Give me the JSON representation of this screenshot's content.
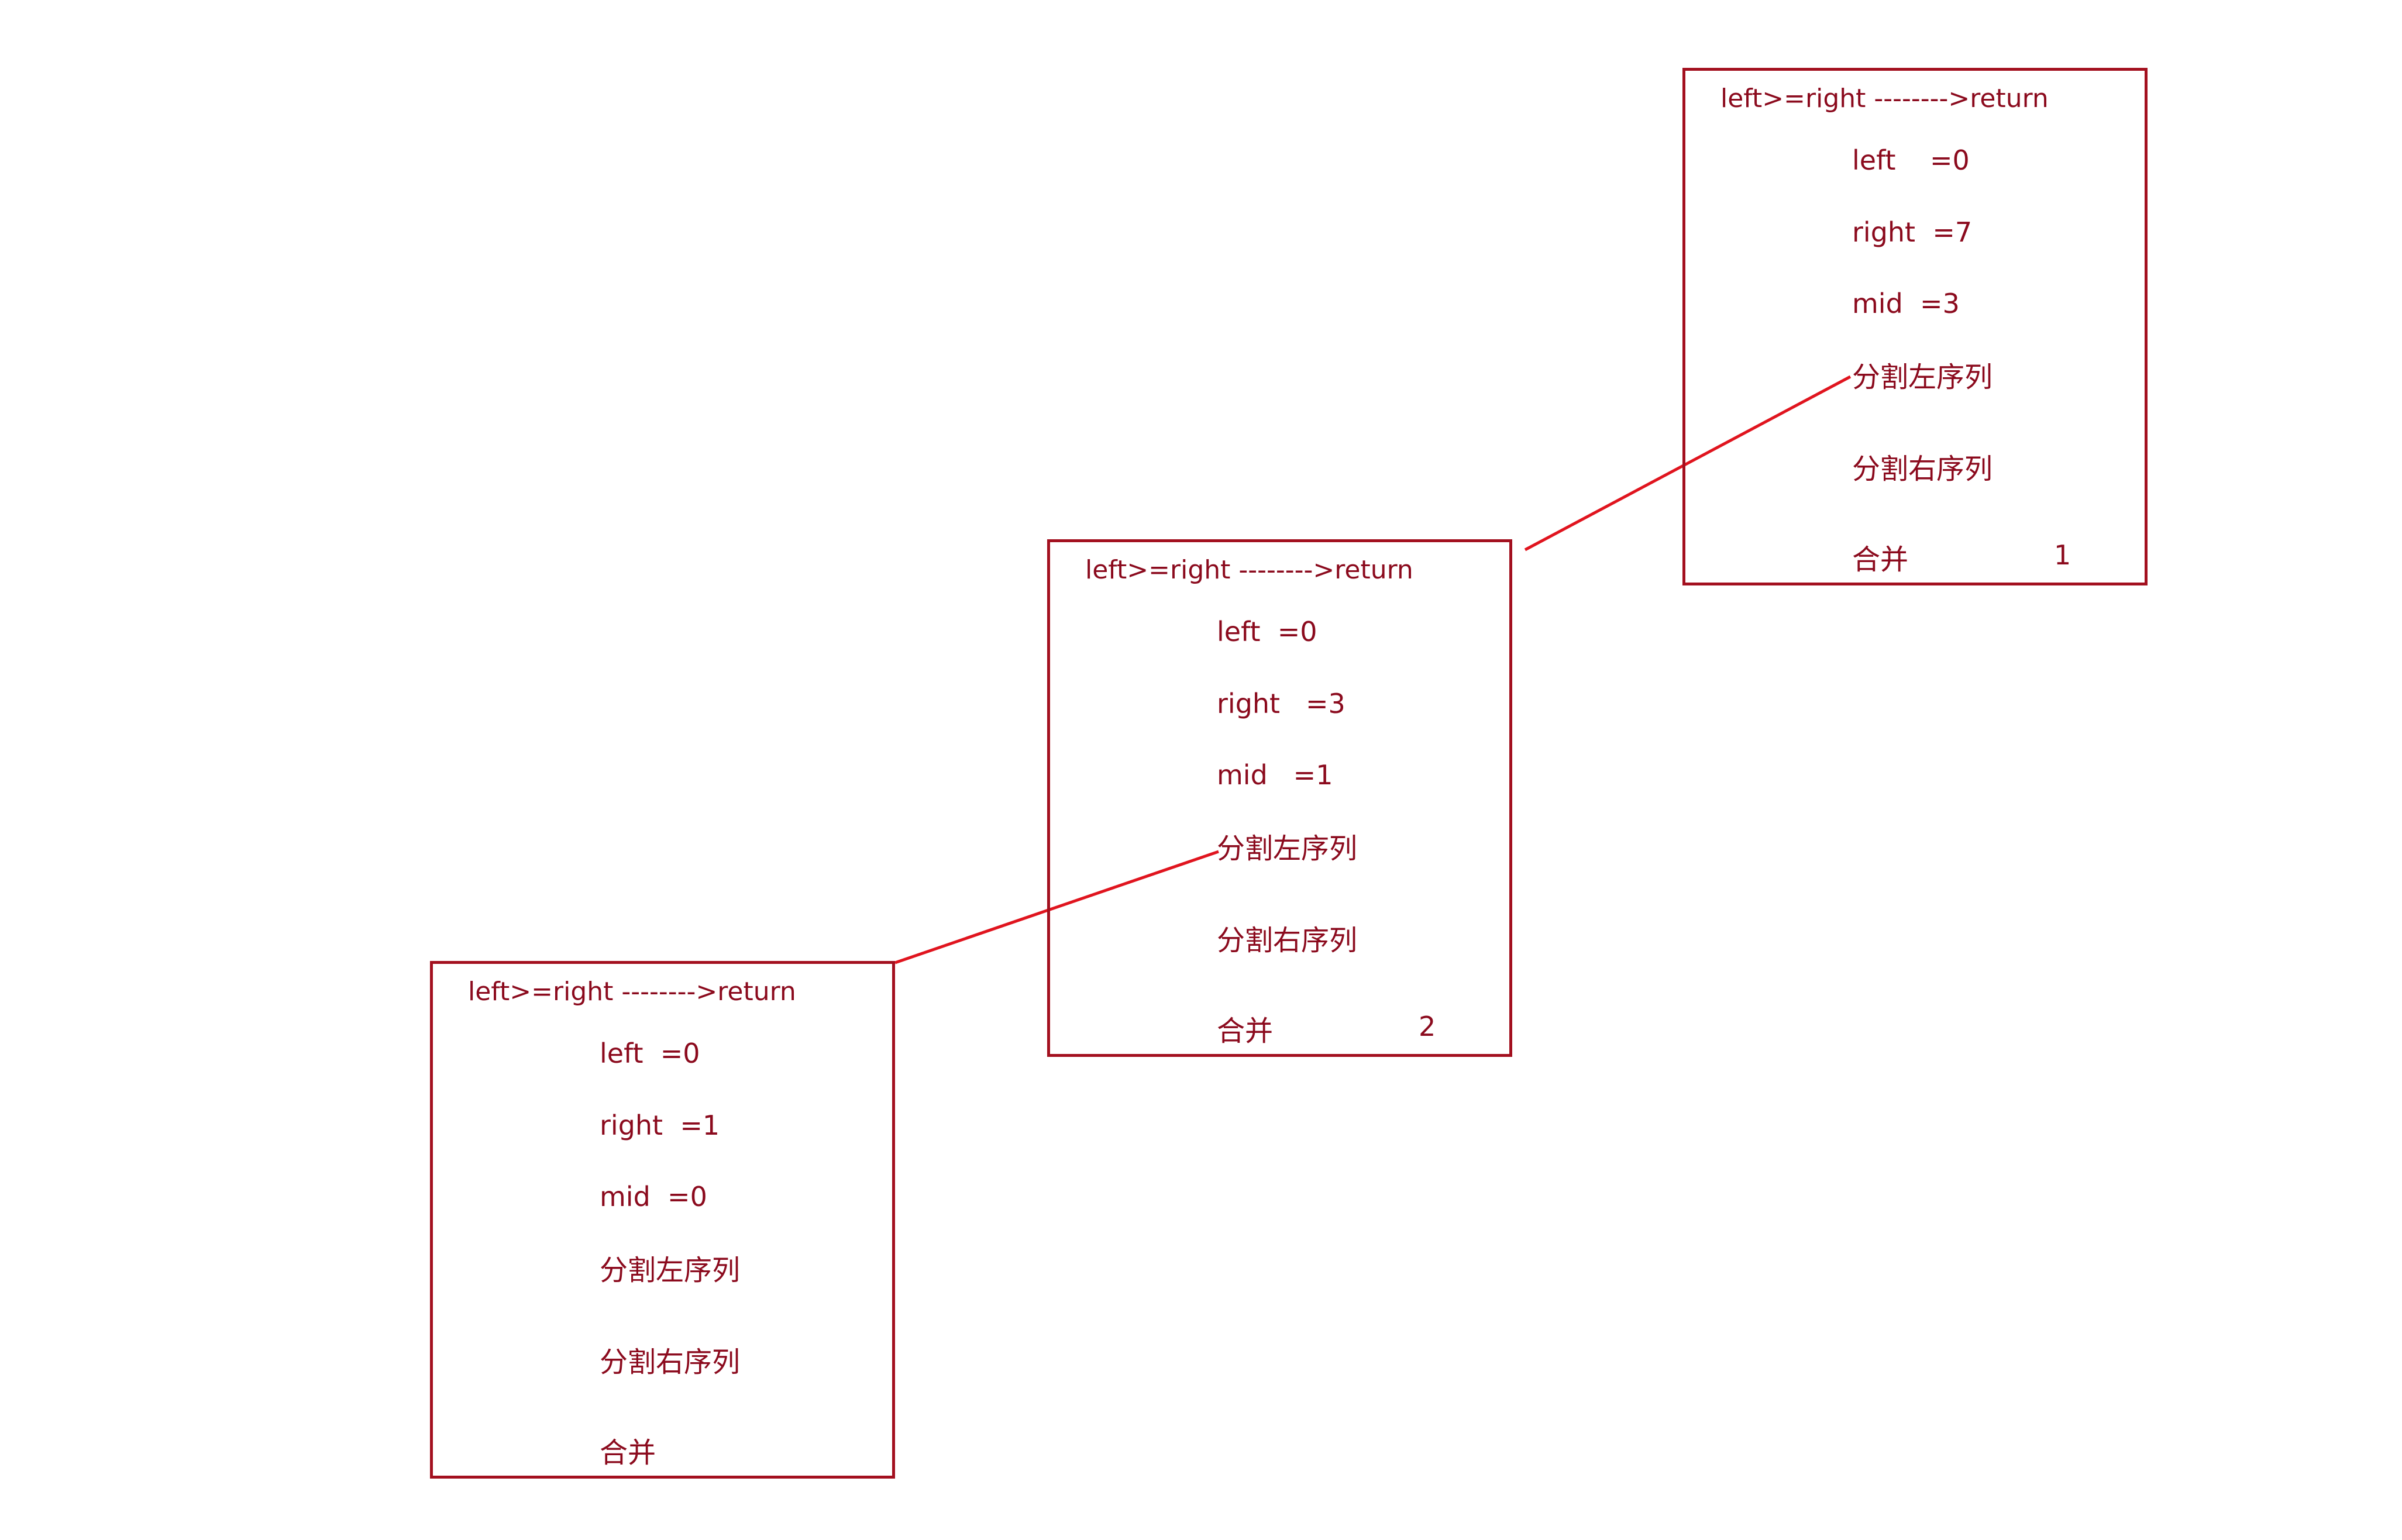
{
  "frames": [
    {
      "condition": "left>=right -------->return",
      "left": "left    =0",
      "right": "right  =7",
      "mid": "mid  =3",
      "split_left": "分割左序列",
      "split_right": "分割右序列",
      "merge": "合并",
      "number": "1"
    },
    {
      "condition": "left>=right -------->return",
      "left": "left  =0",
      "right": "right   =3",
      "mid": "mid   =1",
      "split_left": "分割左序列",
      "split_right": "分割右序列",
      "merge": "合并",
      "number": "2"
    },
    {
      "condition": "left>=right -------->return",
      "left": "left  =0",
      "right": "right  =1",
      "mid": "mid  =0",
      "split_left": "分割左序列",
      "split_right": "分割右序列",
      "merge": "合并",
      "number": ""
    }
  ],
  "colors": {
    "frame_border": "#a3101f",
    "text": "#8b0a1d",
    "connector": "#e0141e"
  }
}
